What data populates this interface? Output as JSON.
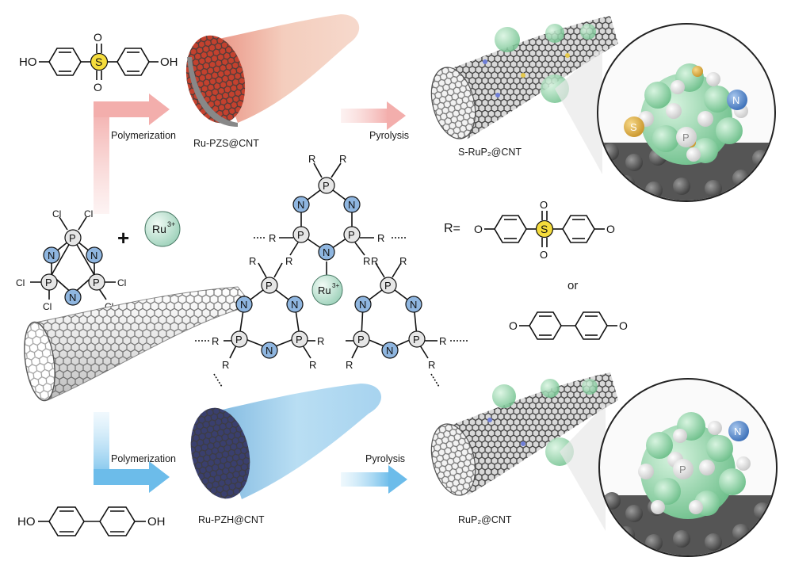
{
  "labels": {
    "polymerization_top": "Polymerization",
    "polymerization_bottom": "Polymerization",
    "pyrolysis_top": "Pyrolysis",
    "pyrolysis_bottom": "Pyrolysis",
    "ru_pzs": "Ru-PZS@CNT",
    "ru_pzh": "Ru-PZH@CNT",
    "s_rup2": "S-RuP₂@CNT",
    "rup2": "RuP₂@CNT",
    "r_equals": "R=",
    "or": "or",
    "plus": "+"
  },
  "chem": {
    "ho": "HO",
    "oh": "OH",
    "o": "O",
    "s": "S",
    "p": "P",
    "n": "N",
    "cl": "Cl",
    "r": "R",
    "ru": "Ru",
    "ru_charge": "3+"
  },
  "colors": {
    "pink_arrow": "#f4b6b4",
    "blue_arrow": "#7cc4ee",
    "n_atom": "#8fb6e0",
    "p_atom": "#e6e6e6",
    "s_atom": "#f5dc3c",
    "ru_ion": "#c4e6d6",
    "ru_pzs_sleeve": "#f2c9b8",
    "ru_pzh_sleeve": "#a9d6ef",
    "cluster_green": "#8fd4a6"
  }
}
